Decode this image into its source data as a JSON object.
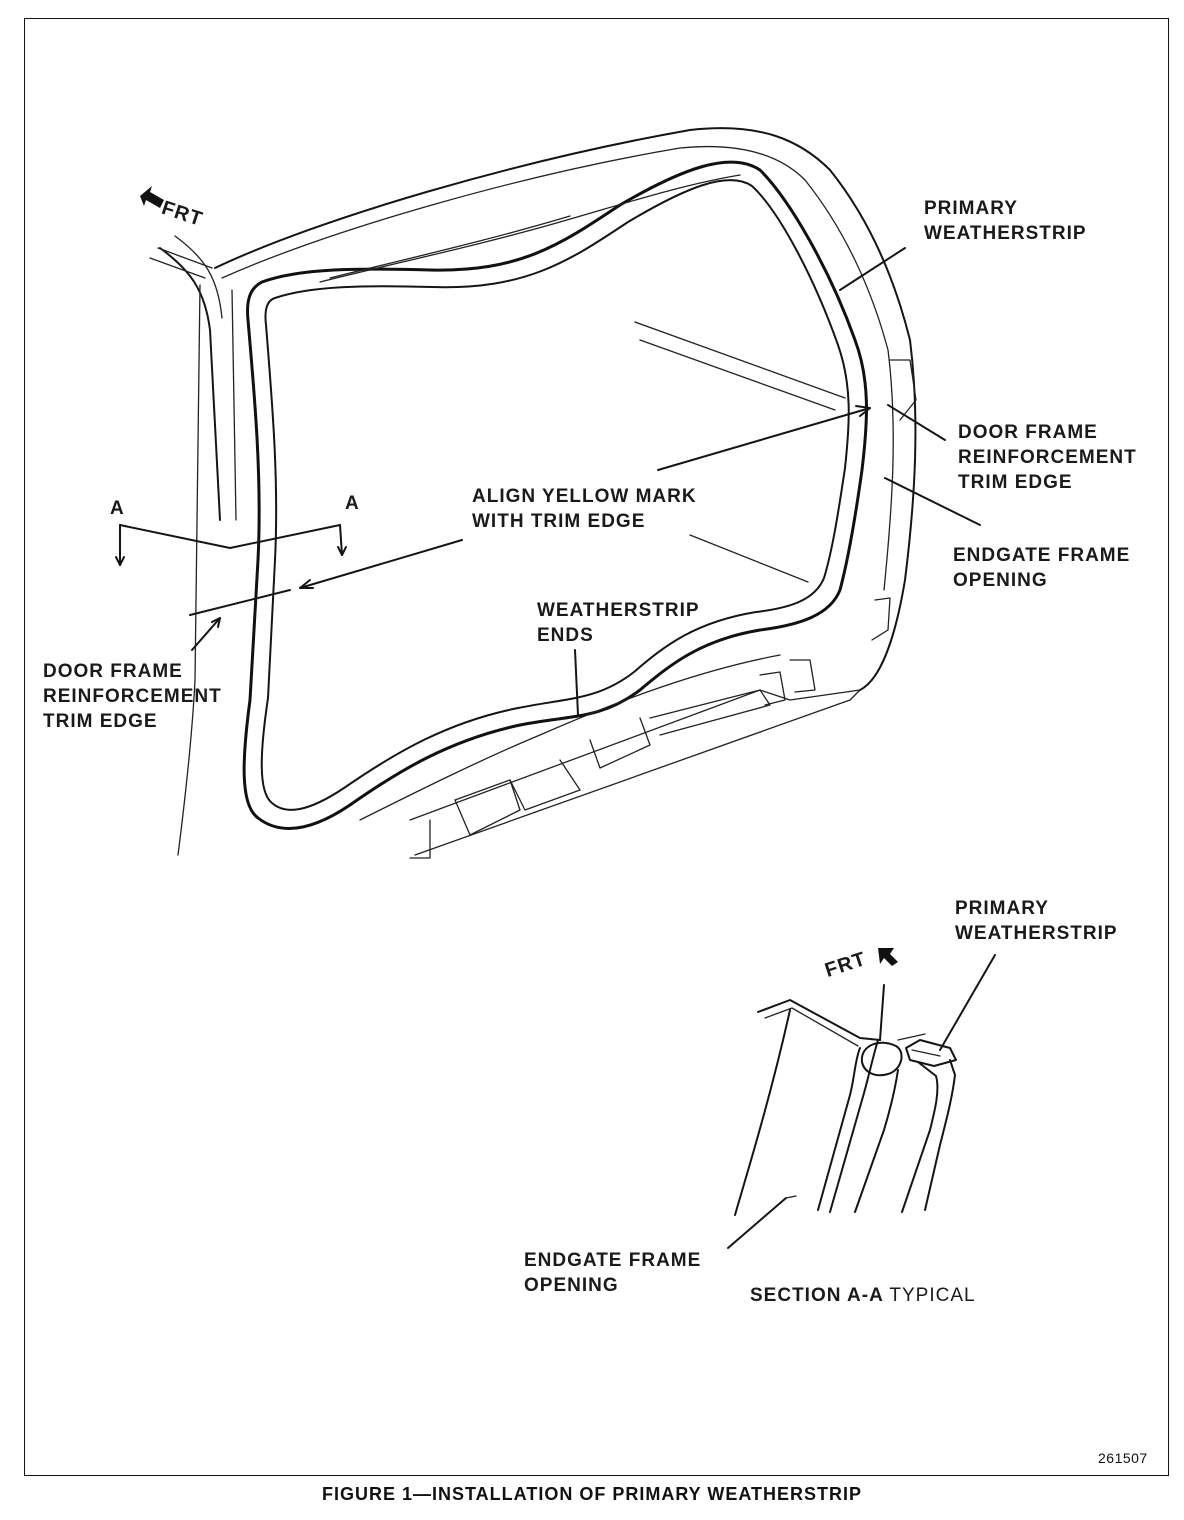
{
  "labels": {
    "frt_top": "FRT",
    "frt_section": "FRT",
    "primary_weatherstrip_top": "PRIMARY\nWEATHERSTRIP",
    "door_frame_right": "DOOR FRAME\nREINFORCEMENT\nTRIM EDGE",
    "endgate_frame_right": "ENDGATE FRAME\nOPENING",
    "align_mark": "ALIGN YELLOW MARK\nWITH TRIM EDGE",
    "weatherstrip_ends": "WEATHERSTRIP\nENDS",
    "door_frame_left": "DOOR FRAME\nREINFORCEMENT\nTRIM EDGE",
    "section_a_left": "A",
    "section_a_right": "A",
    "primary_weatherstrip_section": "PRIMARY\nWEATHERSTRIP",
    "endgate_frame_section": "ENDGATE FRAME\nOPENING",
    "section_title_bold": "SECTION A-A",
    "section_title_normal": "TYPICAL"
  },
  "figure_number": "261507",
  "caption": "FIGURE 1—INSTALLATION OF PRIMARY WEATHERSTRIP"
}
